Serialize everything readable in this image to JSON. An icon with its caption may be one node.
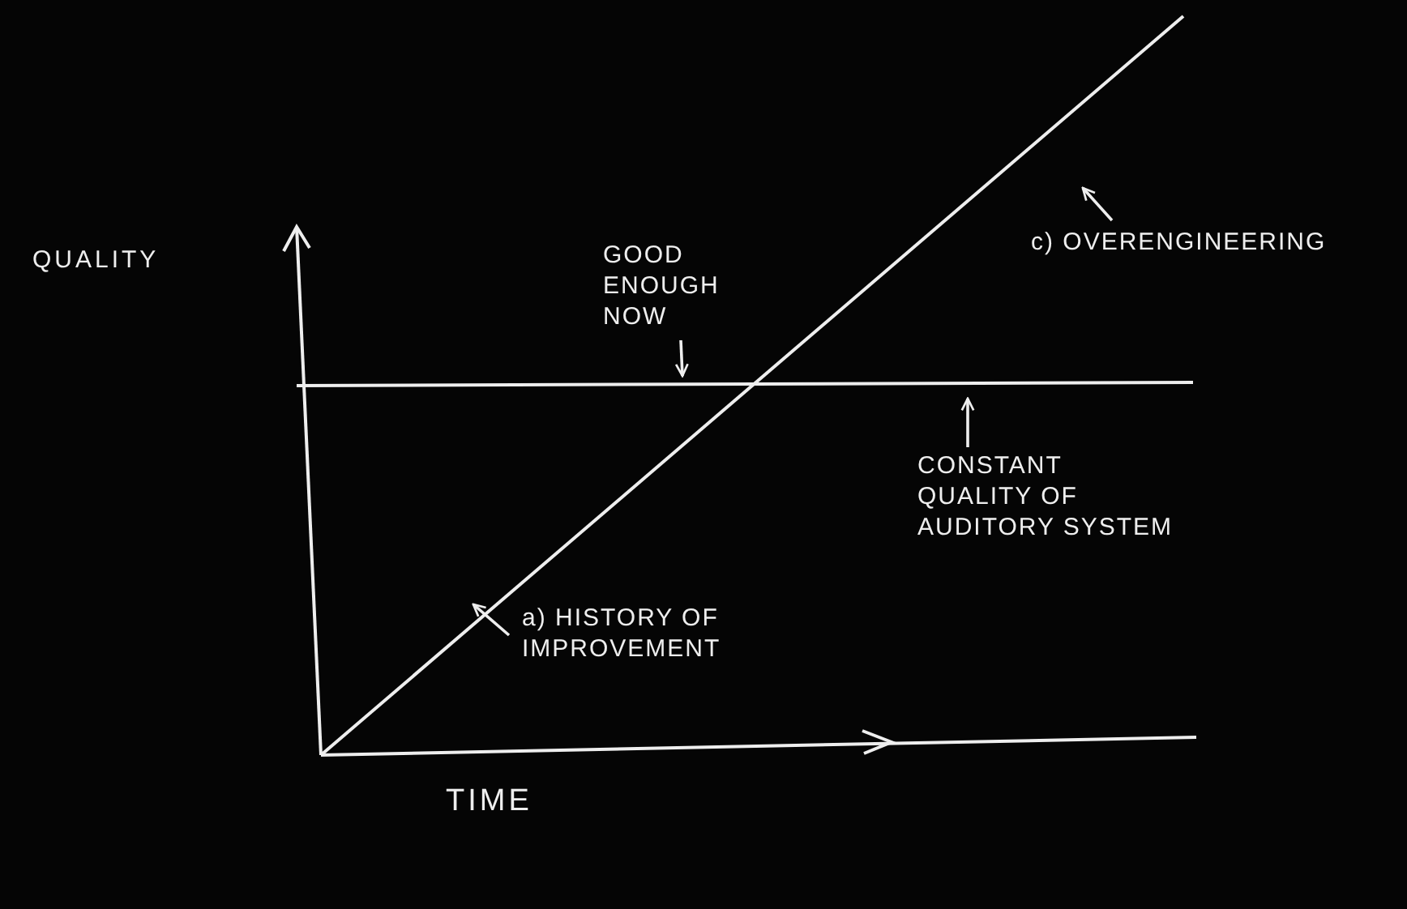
{
  "diagram": {
    "nodes": [
      {
        "text": [
          "GOOD ENOUGH NOW"
        ]
      },
      {
        "text": [
          "c) OVERENGINEERING"
        ]
      },
      {
        "text": [
          "CONSTANT QUALITY OF AUDITORY SYSTEM"
        ]
      },
      {
        "text": [
          "a) HISTORY OF IMPROVEMENT"
        ]
      }
    ],
    "edges": [
      {
        "from": 0,
        "to": null,
        "arrow": "to"
      },
      {
        "from": 1,
        "to": null,
        "arrow": "to"
      },
      {
        "from": 2,
        "to": null,
        "arrow": "to"
      },
      {
        "from": 3,
        "to": null,
        "arrow": "to"
      }
    ],
    "labels": [
      "QUALITY",
      "TIME"
    ]
  }
}
